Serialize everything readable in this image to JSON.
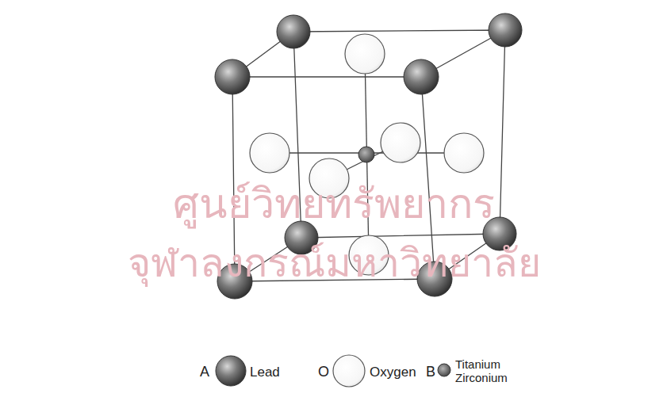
{
  "diagram": {
    "labels": [
      "ศูนย์วิทยทรัพยากร",
      "จุฬาลงกรณ์มหาวิทยาลัย",
      "A",
      "O",
      "B"
    ],
    "legend": [
      {
        "text": "Lead"
      },
      {
        "text": "Oxygen"
      },
      {
        "text": "Titanium Zirconium"
      }
    ]
  }
}
